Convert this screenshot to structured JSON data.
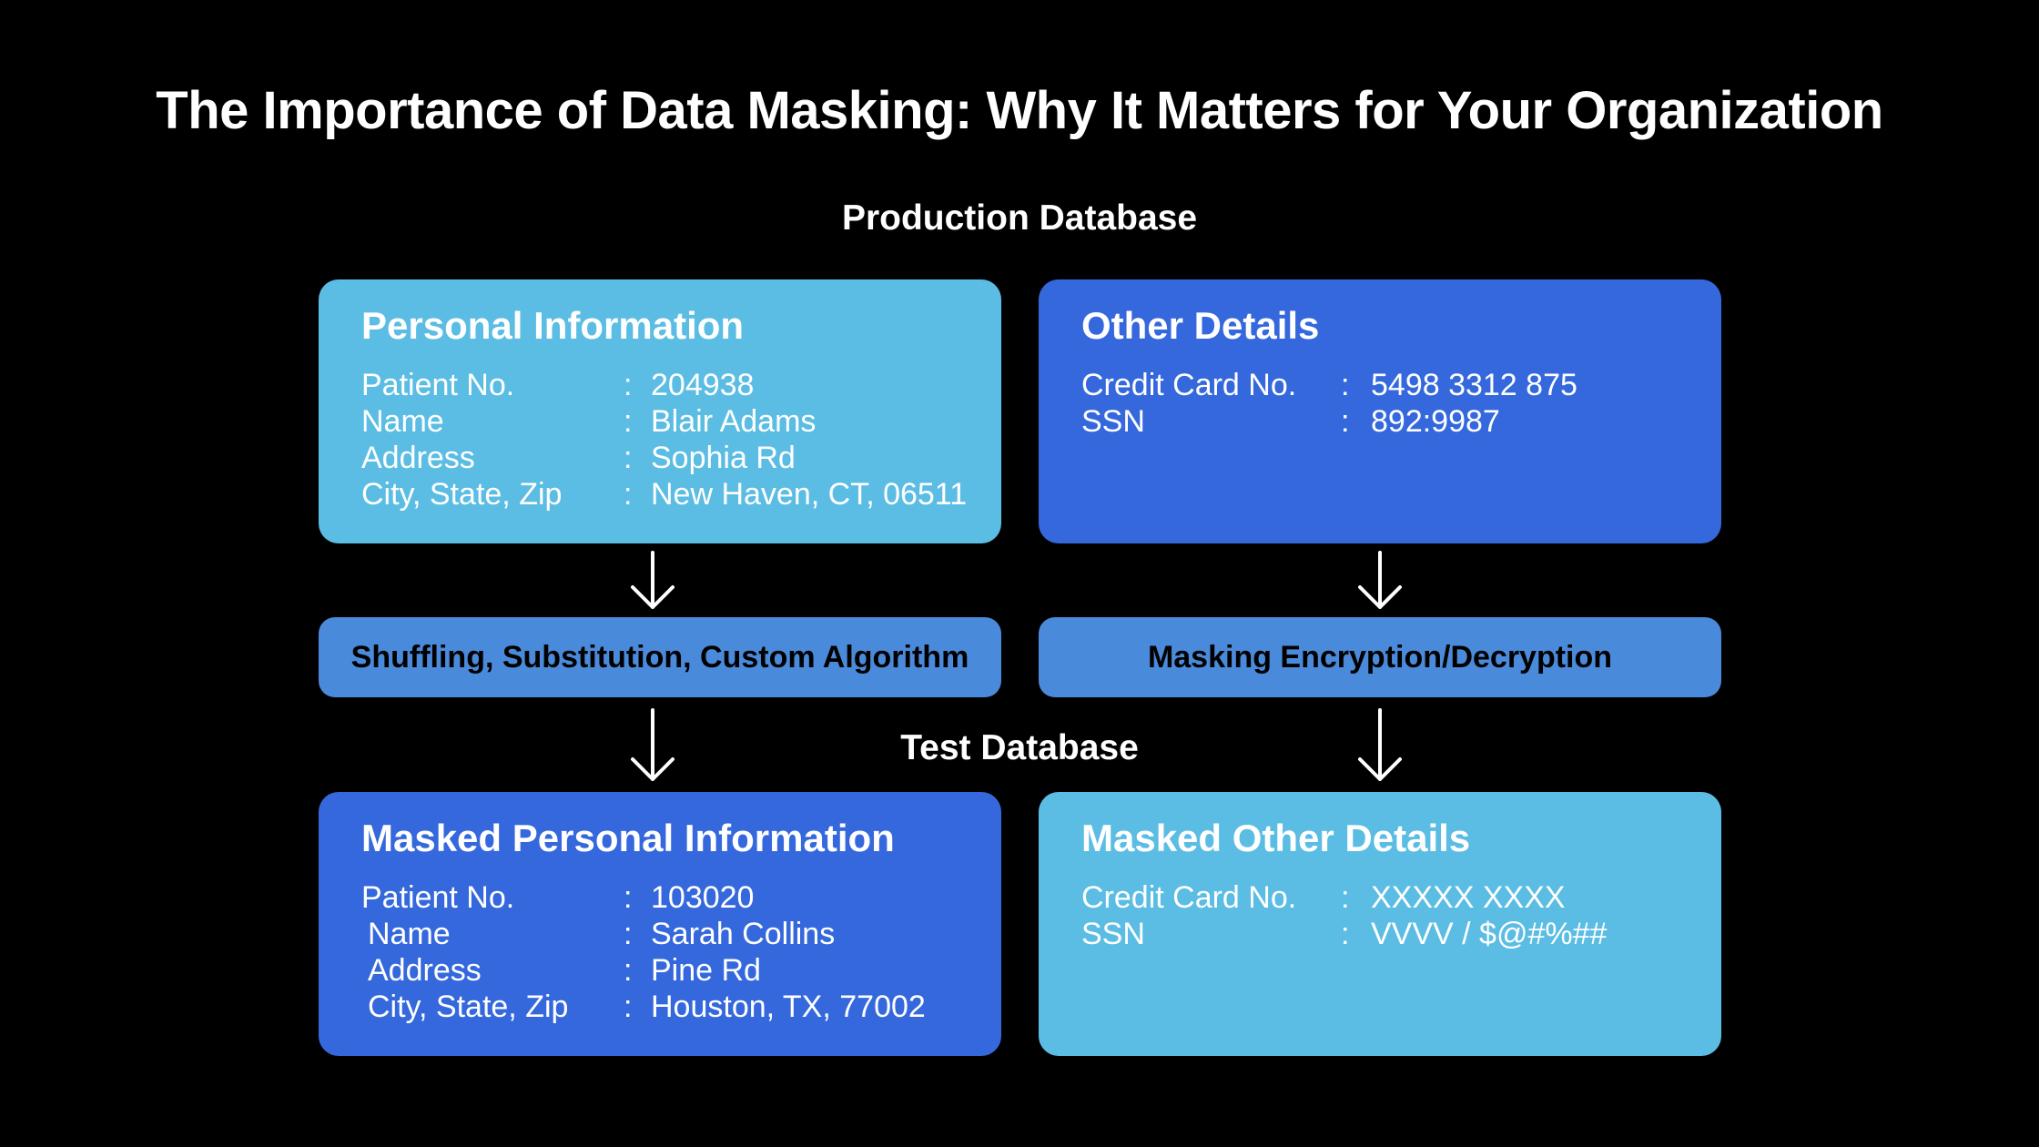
{
  "title": "The Importance of Data Masking: Why It Matters for Your Organization",
  "sections": {
    "production": "Production Database",
    "test": "Test Database"
  },
  "production_personal": {
    "title": "Personal Information",
    "rows": [
      {
        "label": "Patient No.",
        "sep": ":",
        "value": "204938"
      },
      {
        "label": "Name",
        "sep": ":",
        "value": "Blair Adams"
      },
      {
        "label": "Address",
        "sep": ":",
        "value": "Sophia Rd"
      },
      {
        "label": "City, State, Zip",
        "sep": ":",
        "value": "New Haven, CT, 06511"
      }
    ]
  },
  "production_other": {
    "title": "Other Details",
    "rows": [
      {
        "label": "Credit Card No.",
        "sep": ":",
        "value": "5498 3312 875"
      },
      {
        "label": "SSN",
        "sep": ":",
        "value": "892:9987"
      }
    ]
  },
  "methods": {
    "left": "Shuffling, Substitution, Custom Algorithm",
    "right": "Masking Encryption/Decryption"
  },
  "test_personal": {
    "title": "Masked Personal Information",
    "rows": [
      {
        "label": "Patient No.",
        "sep": ":",
        "value": "103020"
      },
      {
        "label": "Name",
        "sep": ":",
        "value": "Sarah Collins"
      },
      {
        "label": "Address",
        "sep": ":",
        "value": "Pine Rd"
      },
      {
        "label": "City, State, Zip",
        "sep": ":",
        "value": "Houston, TX, 77002"
      }
    ]
  },
  "test_other": {
    "title": "Masked Other Details",
    "rows": [
      {
        "label": "Credit Card No.",
        "sep": ":",
        "value": "XXXXX XXXX"
      },
      {
        "label": "SSN",
        "sep": ":",
        "value": "VVVV / $@#%##"
      }
    ]
  },
  "colors": {
    "background": "#000000",
    "light_card": "#5bbde3",
    "dark_card": "#3568dc",
    "method_box": "#4a8adb",
    "text": "#ffffff"
  },
  "icons": [
    "arrow-down-icon"
  ]
}
